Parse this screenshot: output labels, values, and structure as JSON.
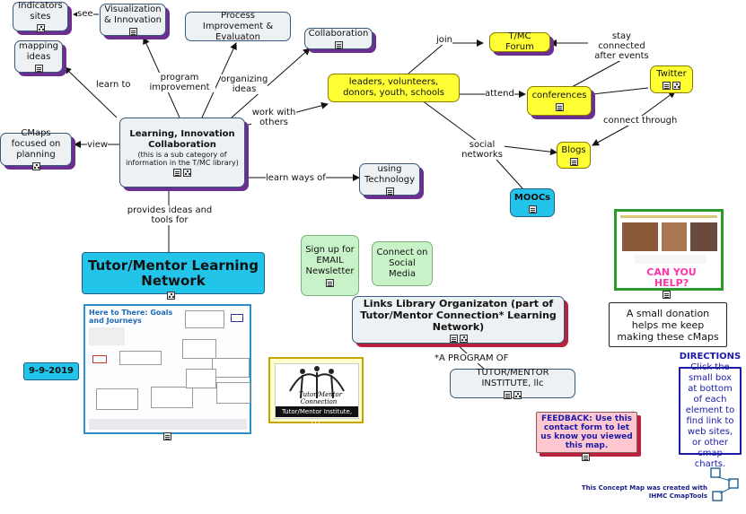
{
  "nodes": {
    "indicators": {
      "text": "Indicators sites"
    },
    "visualization": {
      "text": "Visualization & Innovation"
    },
    "process": {
      "text": "Process Improvement & Evaluaton"
    },
    "collaboration": {
      "text": "Collaboration"
    },
    "mapping": {
      "text": "mapping ideas"
    },
    "cmaps_planning": {
      "text": "CMaps focused on planning"
    },
    "learning": {
      "text": "Learning, Innovation Collaboration",
      "sub": "(this is a sub category of information in the T/MC library)"
    },
    "leaders": {
      "text": "leaders, volunteers, donors, youth, schools"
    },
    "tmc_forum": {
      "text": "T/MC Forum"
    },
    "conferences": {
      "text": "conferences"
    },
    "twitter": {
      "text": "Twitter"
    },
    "blogs": {
      "text": "Blogs"
    },
    "moocs": {
      "text": "MOOCs"
    },
    "technology": {
      "text": "using Technology"
    },
    "tutor_mentor": {
      "text": "Tutor/Mentor Learning Network"
    },
    "signup": {
      "text": "Sign up for EMAIL Newsletter"
    },
    "social": {
      "text": "Connect on Social Media"
    },
    "links_library": {
      "text": "Links Library Organizaton (part of Tutor/Mentor Connection* Learning Network)"
    },
    "institute": {
      "text": "TUTOR/MENTOR INSTITUTE, llc"
    },
    "donation": {
      "text": "A small donation helps me keep making these cMaps"
    },
    "date": {
      "text": "9-9-2019"
    },
    "feedback": {
      "text": "FEEDBACK: Use this contact form to let us know you viewed this map."
    },
    "directions": {
      "title": "DIRECTIONS",
      "text": "Click the small box at bottom of each element to find link to web sites, or other cmap charts."
    }
  },
  "links": {
    "see": "see",
    "learn_to": "learn to",
    "program_improvement": "program improvement",
    "organizing_ideas": "organizing ideas",
    "view": "view",
    "work_with_others": "work with others",
    "join": "join",
    "stay_connected": "stay connected after events",
    "attend": "attend",
    "connect_through": "connect through",
    "social_networks": "social networks",
    "learn_ways_of": "learn ways of",
    "provides_ideas": "provides ideas and tools for",
    "a_program_of": "*A PROGRAM OF"
  },
  "logo": {
    "caption": "Tutor/Mentor Institute, LLC",
    "wordmark": "Tutor/Mentor Connection"
  },
  "journey_thumb": {
    "title": "Here to There: Goals and Journeys"
  },
  "donation_thumb": {
    "headline": "CAN YOU HELP?"
  },
  "footer": {
    "line1": "This Concept Map was created with",
    "line2": "IHMC CmapTools"
  }
}
